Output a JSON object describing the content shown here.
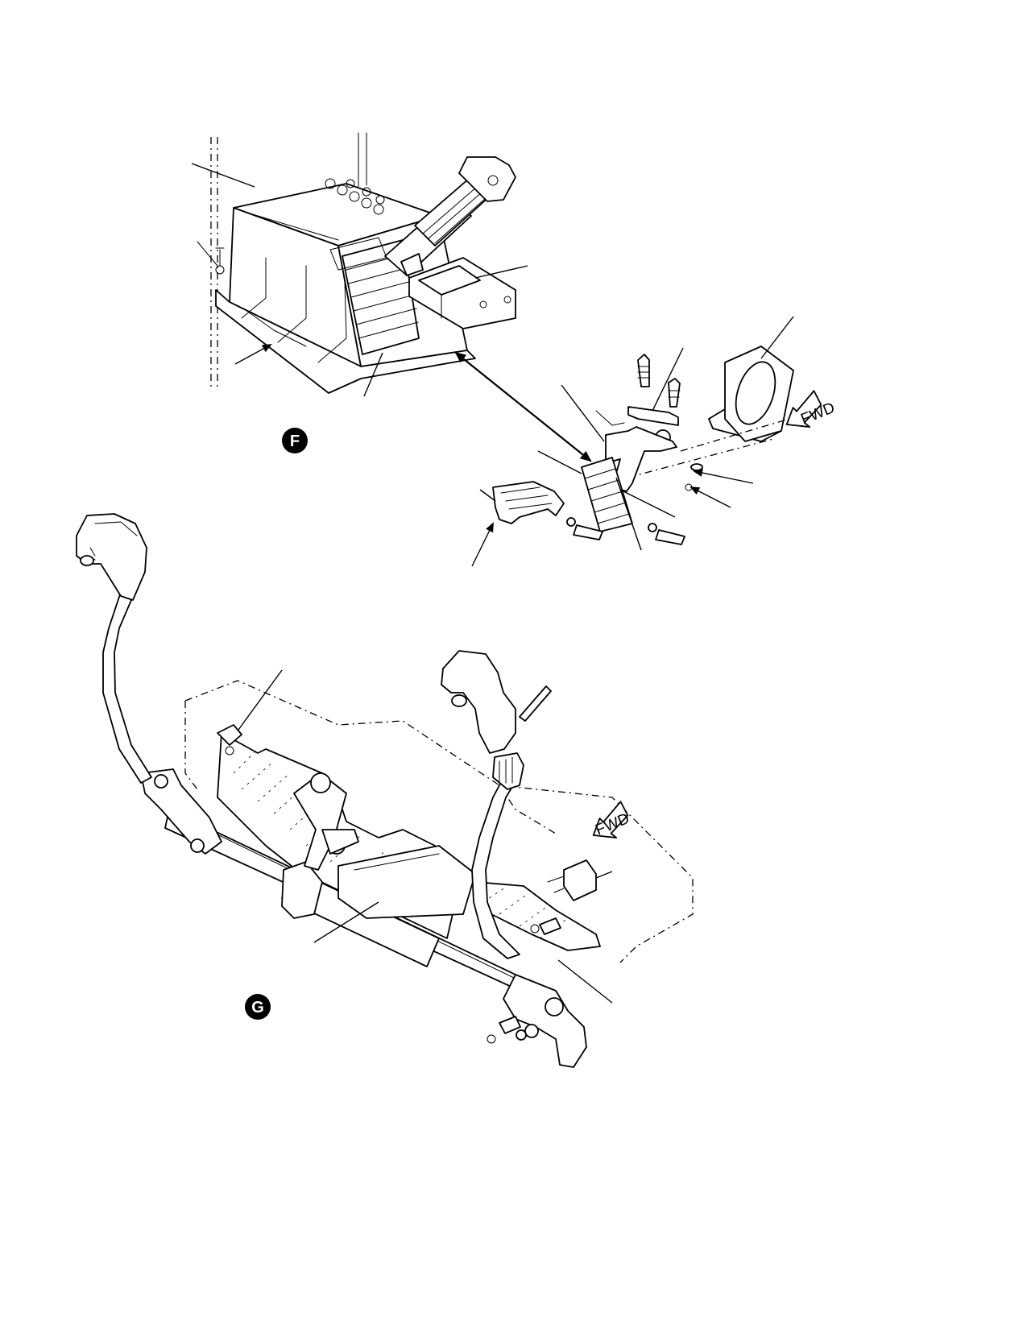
{
  "view_f": {
    "label": "F",
    "fwd_label": "FWD"
  },
  "view_g": {
    "label": "G",
    "fwd_label": "FWD"
  },
  "colors": {
    "line": "#000000",
    "background": "#ffffff",
    "badge": "#000000"
  }
}
